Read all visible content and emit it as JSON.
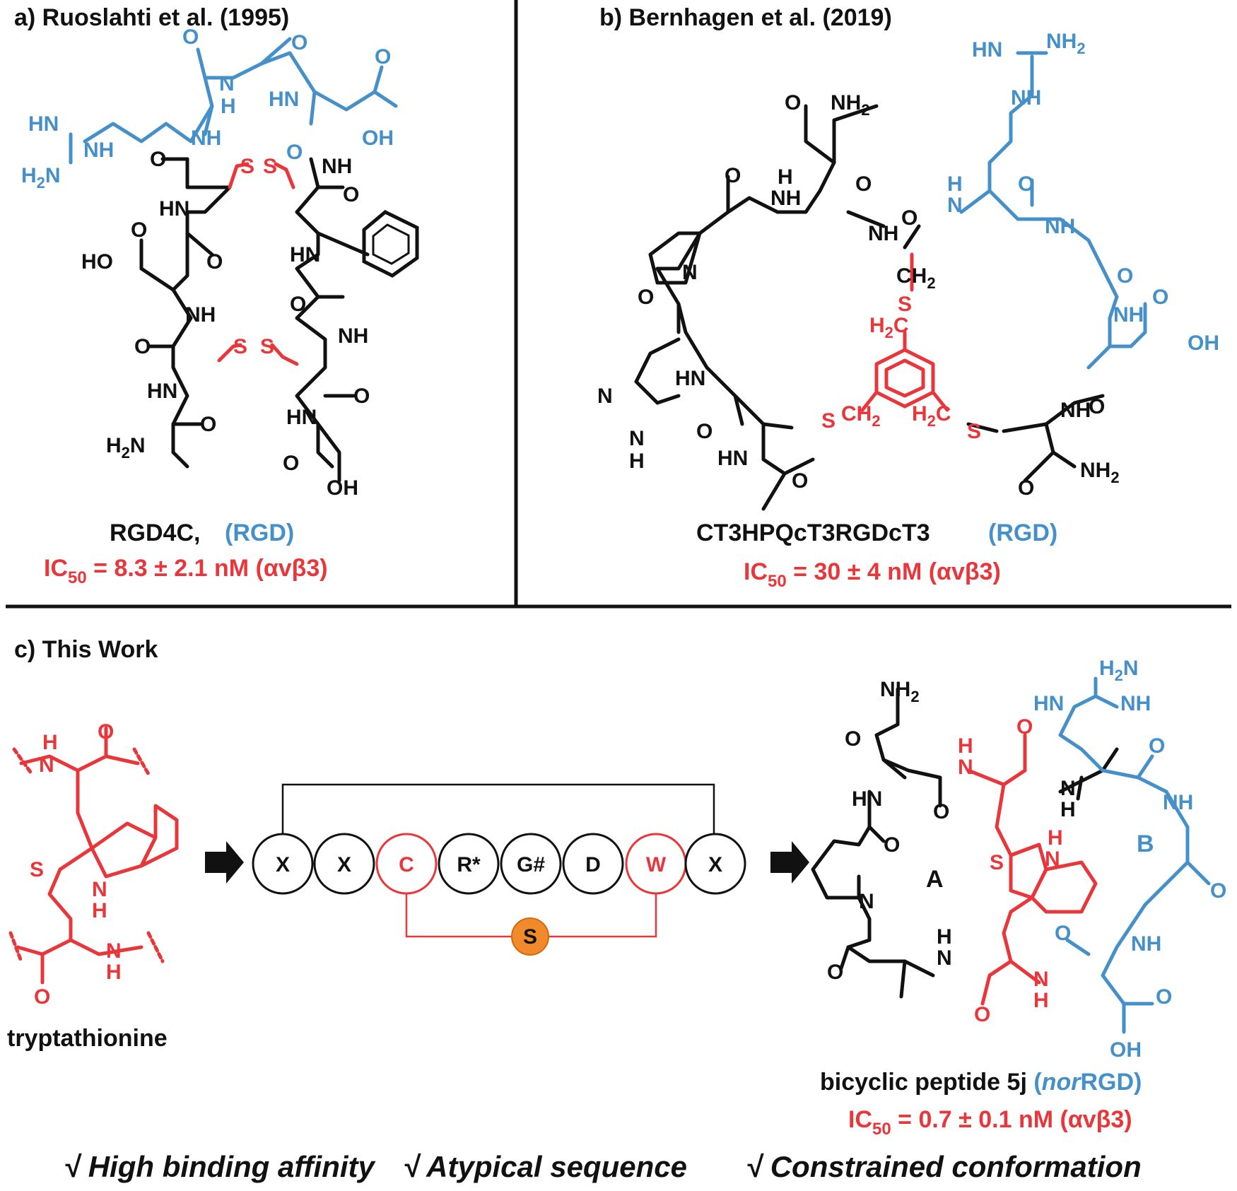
{
  "panels": {
    "a": {
      "header": "a) Ruoslahti et al. (1995)",
      "compound": "RGD4C,",
      "motif": "(RGD)",
      "ic50_prefix": "IC",
      "ic50_sub": "50",
      "ic50_value": " = 8.3 ± 2.1 nM (αvβ3)"
    },
    "b": {
      "header": "b) Bernhagen et al. (2019)",
      "compound": "CT3HPQcT3RGDcT3",
      "motif": "(RGD)",
      "ic50_prefix": "IC",
      "ic50_sub": "50",
      "ic50_value": " = 30 ± 4 nM (αvβ3)"
    },
    "c": {
      "header": "c) This Work",
      "left_label": "tryptathionine",
      "sequence": [
        "X",
        "X",
        "C",
        "R*",
        "G#",
        "D",
        "W",
        "X"
      ],
      "sulfur_label": "S",
      "ring_a": "A",
      "ring_b": "B",
      "compound_prefix": "bicyclic peptide 5j ",
      "motif_open": "(",
      "motif_italic": "nor",
      "motif_rest": "RGD)",
      "ic50_prefix": "IC",
      "ic50_sub": "50",
      "ic50_value": " = 0.7 ± 0.1 nM (αvβ3)"
    }
  },
  "footer": [
    "√ High binding affinity",
    "√ Atypical sequence",
    "√ Constrained conformation"
  ],
  "atoms": {
    "nh": "NH",
    "hn": "HN",
    "h": "H",
    "n": "N",
    "o": "O",
    "s": "S",
    "oh": "OH",
    "ho": "HO",
    "nh2": "NH2",
    "h2n": "H2N",
    "ch2": "CH2",
    "h2c": "H2C"
  },
  "colors": {
    "black": "#111111",
    "red": "#e8363a",
    "blue": "#4590c9",
    "orange": "#f08a2a"
  }
}
